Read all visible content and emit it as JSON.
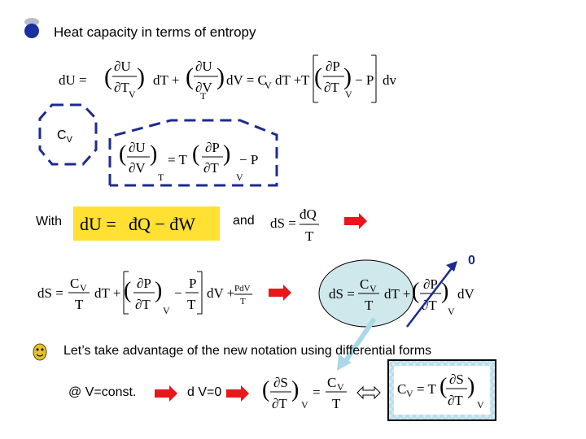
{
  "slide": {
    "title": "Heat capacity in terms of entropy",
    "cv_label": "C",
    "cv_sub": "V",
    "with_label": "With",
    "and_label": "and",
    "zero_label": "0",
    "bullet_text": "Let’s take advantage of the new notation using differential forms",
    "v_const": "@ V=const.",
    "dv_zero": "d V=0"
  },
  "colors": {
    "bullet_blue": "#1a2fa0",
    "dashed_border": "#1d2b8f",
    "yellow_box": "#ffe033",
    "circle_fill": "#cfe8ec",
    "red_arrow": "#e8171b",
    "diagonal_arrow": "#1d2b8f",
    "light_arrow": "#a9d8e6"
  }
}
